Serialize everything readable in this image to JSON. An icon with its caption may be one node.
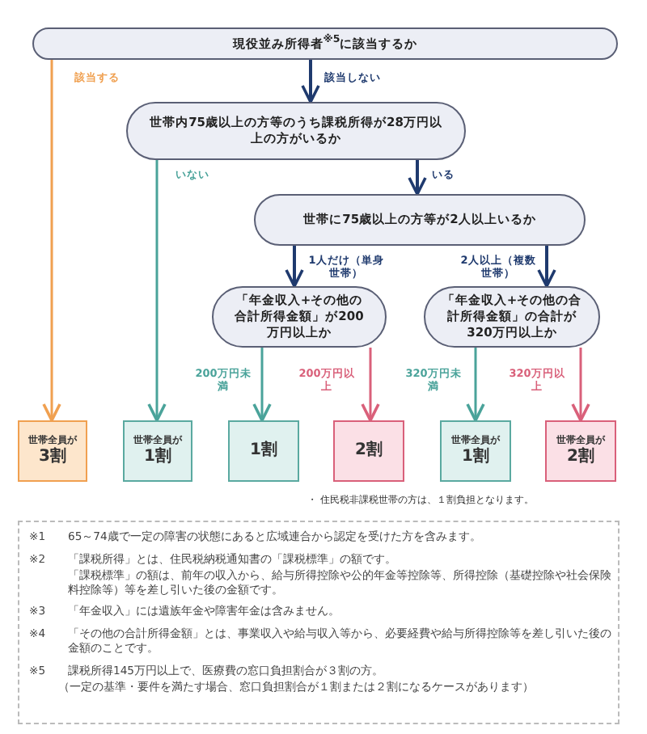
{
  "diagram": {
    "nodes": [
      {
        "text": [
          "現役並み所得者$^{※5}$に該当するか"
        ]
      },
      {
        "text": [
          "世帯内75歳以上の方等のうち課税所得が28万円以上の方がいるか"
        ]
      },
      {
        "text": [
          "世帯に75歳以上の方等が2人以上いるか"
        ]
      },
      {
        "text": [
          "「年金収入+その他の合計所得金額」が200万円以上か"
        ]
      },
      {
        "text": [
          "「年金収入+その他の合計所得金額」の合計が320万円以上か"
        ]
      },
      {
        "text": [
          "世帯全員が",
          "3割"
        ]
      },
      {
        "text": [
          "世帯全員が",
          "1割"
        ]
      },
      {
        "text": [
          "1割"
        ]
      },
      {
        "text": [
          "2割"
        ]
      },
      {
        "text": [
          "世帯全員が",
          "1割"
        ]
      },
      {
        "text": [
          "世帯全員が",
          "2割"
        ]
      }
    ],
    "edges": [
      {
        "from": 0,
        "to": 5,
        "arrow": "to",
        "label": "該当する",
        "color": "#f0a050"
      },
      {
        "from": 0,
        "to": 1,
        "arrow": "to",
        "label": "該当しない"
      },
      {
        "from": 1,
        "to": 6,
        "arrow": "to",
        "label": "いない",
        "color": "#4aa39a"
      },
      {
        "from": 1,
        "to": 2,
        "arrow": "to",
        "label": "いる"
      },
      {
        "from": 2,
        "to": 3,
        "arrow": "to",
        "label": "1人だけ（単身世帯）"
      },
      {
        "from": 2,
        "to": 4,
        "arrow": "to",
        "label": "2人以上（複数世帯）"
      },
      {
        "from": 3,
        "to": 7,
        "arrow": "to",
        "label": "200万円未満",
        "color": "#4aa39a"
      },
      {
        "from": 3,
        "to": 8,
        "arrow": "to",
        "label": "200万円以上",
        "color": "#d9607a"
      },
      {
        "from": 4,
        "to": 9,
        "arrow": "to",
        "label": "320万円未満",
        "color": "#4aa39a"
      },
      {
        "from": 4,
        "to": 10,
        "arrow": "to",
        "label": "320万円以上",
        "color": "#d9607a"
      }
    ],
    "labels": [
      "・ 住民税非課税世帯の方は、１割負担となります。",
      "※1",
      "65～74歳で一定の障害の状態にあると広域連合から認定を受けた方を含みます。",
      "※2",
      "「課税所得」とは、住民税納税通知書の「課税標準」の額です。",
      "「課税標準」の額は、前年の収入から、給与所得控除や公的年金等控除等、所得控除（基礎控除や社会保険料控除等）等を差し引いた後の金額です。",
      "※3",
      "「年金収入」には遺族年金や障害年金は含みません。",
      "※4",
      "「その他の合計所得金額」とは、事業収入や給与収入等から、必要経費や給与所得控除等を差し引いた後の金額のことです。",
      "※5",
      "課税所得145万円以上で、医療費の窓口負担割合が３割の方。",
      "（一定の基準・要件を満たす場合、窓口負担割合が１割または２割になるケースがあります）"
    ]
  }
}
